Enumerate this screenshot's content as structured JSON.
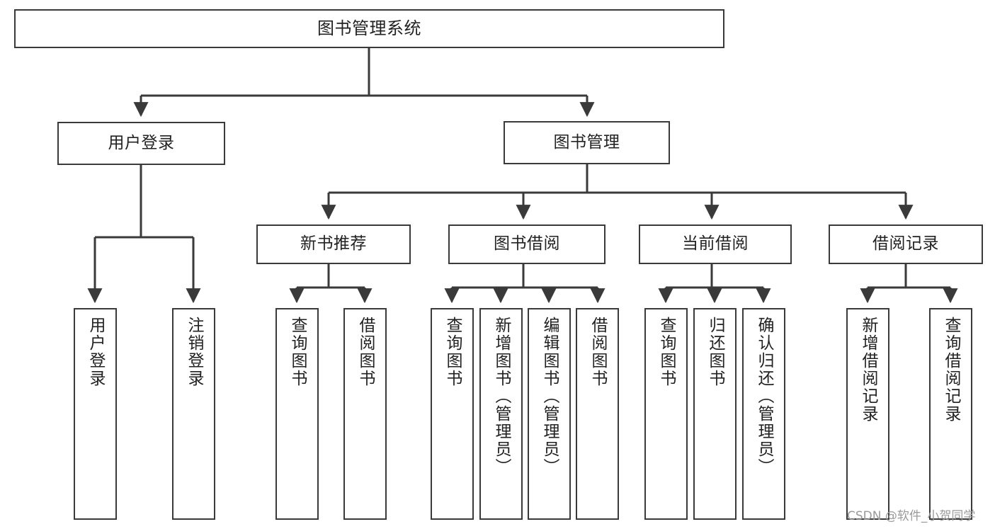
{
  "diagram": {
    "title": "图书管理系统",
    "type": "tree-hierarchy",
    "watermark": "CSDN @软件_小贺同学",
    "colors": {
      "box_border": "#3a3a3a",
      "box_fill": "#ffffff",
      "connector": "#3a3a3a",
      "text": "#222222",
      "watermark": "#9a9a9a",
      "background": "#ffffff"
    },
    "root": {
      "label": "图书管理系统"
    },
    "level1": [
      {
        "label": "用户登录"
      },
      {
        "label": "图书管理"
      }
    ],
    "level2": [
      {
        "label": "新书推荐"
      },
      {
        "label": "图书借阅"
      },
      {
        "label": "当前借阅"
      },
      {
        "label": "借阅记录"
      }
    ],
    "leaves": {
      "user_login": [
        {
          "label": "用户登录"
        },
        {
          "label": "注销登录"
        }
      ],
      "new_book_recommend": [
        {
          "label": "查询图书"
        },
        {
          "label": "借阅图书"
        }
      ],
      "book_borrow": [
        {
          "label": "查询图书"
        },
        {
          "label": "新增图书（管理员）"
        },
        {
          "label": "编辑图书（管理员）"
        },
        {
          "label": "借阅图书"
        }
      ],
      "current_borrow": [
        {
          "label": "查询图书"
        },
        {
          "label": "归还图书"
        },
        {
          "label": "确认归还（管理员）"
        }
      ],
      "borrow_records": [
        {
          "label": "新增借阅记录"
        },
        {
          "label": "查询借阅记录"
        }
      ]
    }
  }
}
